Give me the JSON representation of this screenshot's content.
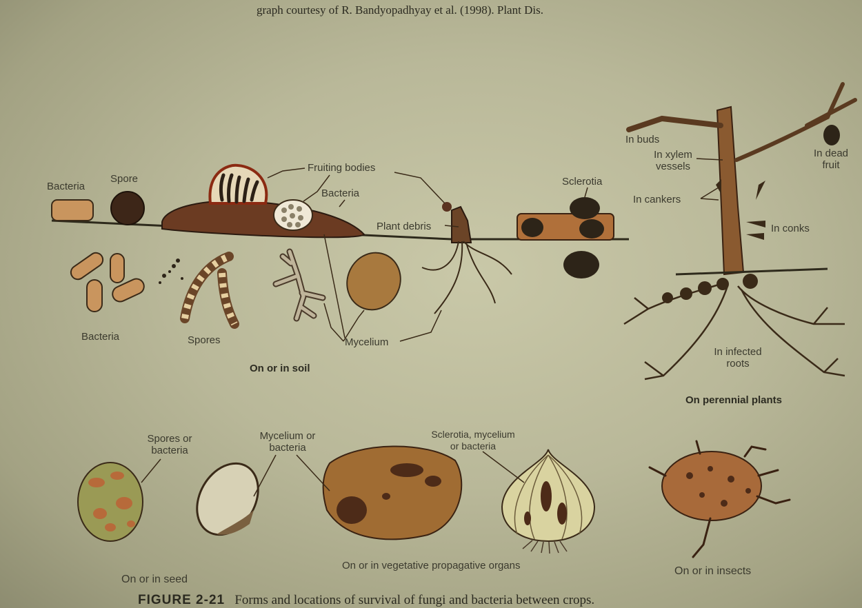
{
  "header": {
    "citation": "graph courtesy of R. Bandyopadhyay et al. (1998). Plant Dis."
  },
  "caption": {
    "prefix": "FIGURE 2-21",
    "text": "Forms and locations of survival of fungi and bacteria between crops."
  },
  "soil": {
    "section_title": "On or in soil",
    "labels": {
      "bacteria_top": "Bacteria",
      "spore": "Spore",
      "fruiting_bodies": "Fruiting bodies",
      "bacteria_mid": "Bacteria",
      "plant_debris": "Plant debris",
      "sclerotia": "Sclerotia",
      "bacteria_bottom": "Bacteria",
      "spores": "Spores",
      "mycelium": "Mycelium"
    }
  },
  "perennial": {
    "section_title": "On perennial plants",
    "labels": {
      "in_buds": "In buds",
      "in_xylem_l1": "In xylem",
      "in_xylem_l2": "vessels",
      "in_dead_l1": "In dead",
      "in_dead_l2": "fruit",
      "in_cankers": "In cankers",
      "in_conks": "In conks",
      "in_roots_l1": "In infected",
      "in_roots_l2": "roots"
    }
  },
  "bottom": {
    "spores_bact_l1": "Spores or",
    "spores_bact_l2": "bacteria",
    "myc_bact_l1": "Mycelium or",
    "myc_bact_l2": "bacteria",
    "scler_l1": "Sclerotia, mycelium",
    "scler_l2": "or bacteria",
    "seed_title": "On or in seed",
    "veg_title": "On or in vegetative propagative organs",
    "insects_title": "On or in insects"
  }
}
